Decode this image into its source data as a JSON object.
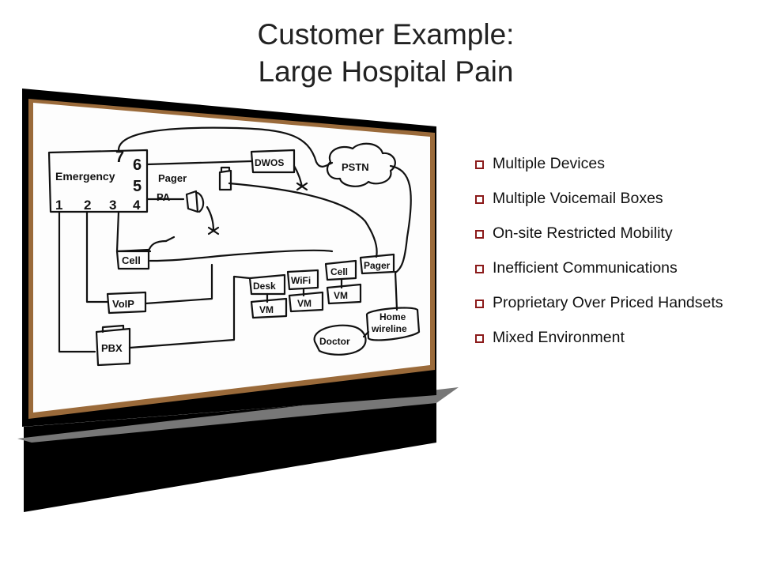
{
  "slide": {
    "title_line1": "Customer Example:",
    "title_line2": "Large Hospital Pain",
    "bullets": [
      "Multiple Devices",
      "Multiple Voicemail Boxes",
      "On-site Restricted Mobility",
      "Inefficient Communications",
      "Proprietary Over Priced Handsets",
      "Mixed Environment"
    ],
    "bullet_color": "#8b1a1a"
  },
  "whiteboard": {
    "numbers_top": [
      "7",
      "6",
      "5"
    ],
    "numbers_bottom": [
      "1",
      "2",
      "3",
      "4"
    ],
    "labels": {
      "emergency": "Emergency",
      "pager": "Pager",
      "pa": "PA",
      "dwos": "DWOS",
      "pstn": "PSTN",
      "cell": "Cell",
      "voip": "VoIP",
      "pbx": "PBX",
      "desk": "Desk",
      "wifi": "WiFi",
      "cell2": "Cell",
      "pager2": "Pager",
      "vm": "VM",
      "doctor": "Doctor",
      "home_line1": "Home",
      "home_line2": "wireline"
    }
  }
}
